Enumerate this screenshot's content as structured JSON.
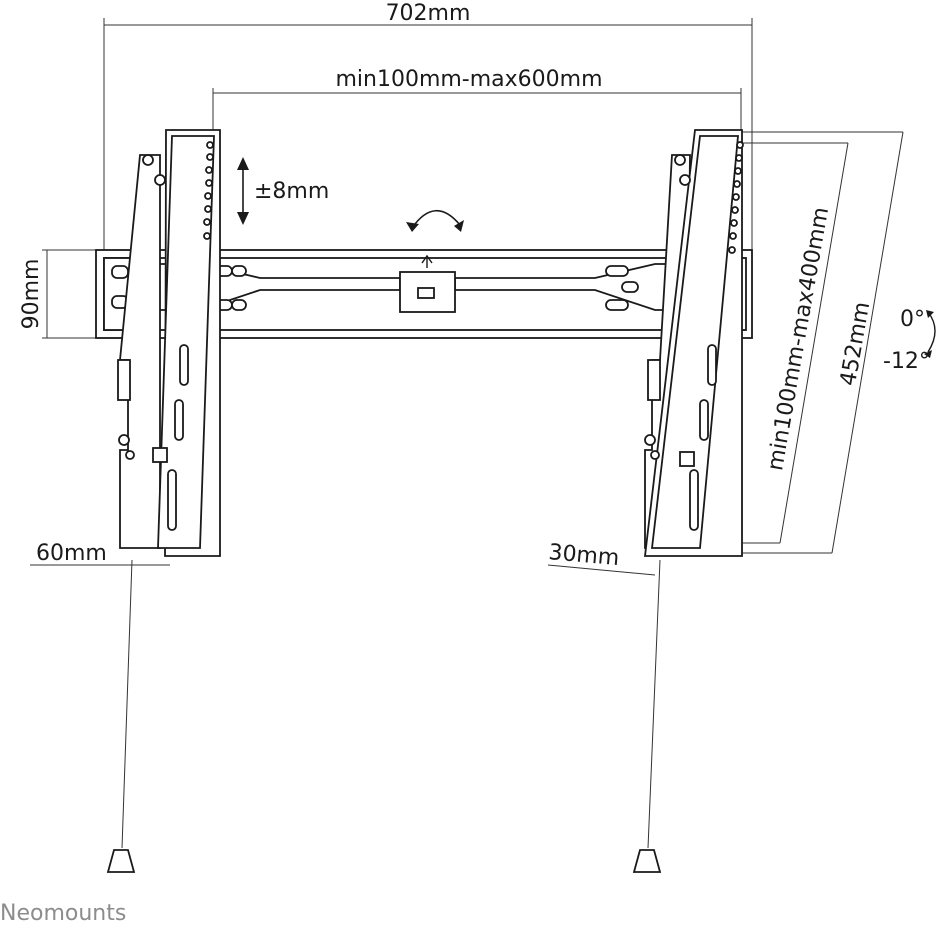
{
  "dimensions": {
    "total_width": "702mm",
    "vesa_horizontal": "min100mm-max600mm",
    "vertical_adjust": "±8mm",
    "rail_height": "90mm",
    "vesa_vertical": "min100mm-max400mm",
    "bracket_height": "452mm",
    "tilt_top": "0°",
    "tilt_bottom": "-12°",
    "depth_upright": "60mm",
    "depth_tilted": "30mm"
  },
  "brand": {
    "name": "Neomounts"
  },
  "colors": {
    "line": "#1a1a1a",
    "brand": "#8c8c8c"
  }
}
